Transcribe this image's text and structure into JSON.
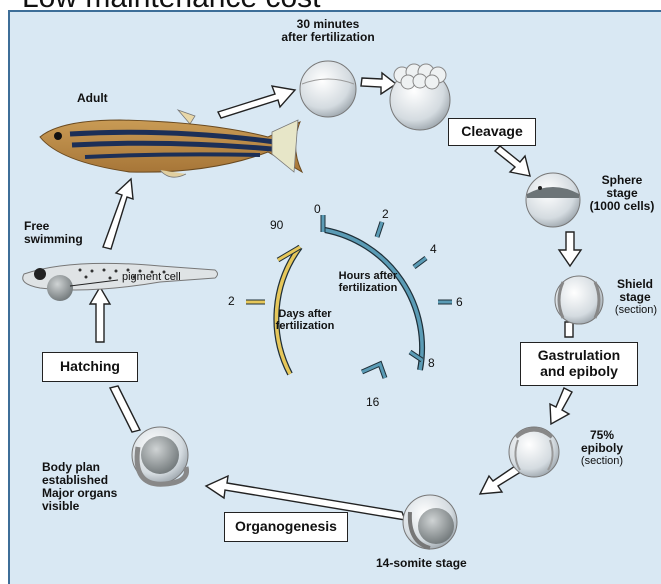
{
  "slide_title": "Low maintenance cost",
  "stages": {
    "thirty_min": "30 minutes\nafter fertilization",
    "adult": "Adult",
    "cleavage": "Cleavage",
    "sphere": "Sphere\nstage\n(1000 cells)",
    "free_swimming": "Free\nswimming",
    "pigment_cell": "pigment cell",
    "shield_title": "Shield\nstage",
    "shield_sub": "(section)",
    "gastrulation": "Gastrulation\nand epiboly",
    "hatching": "Hatching",
    "epiboly_title": "75%\nepiboly",
    "epiboly_sub": "(section)",
    "body_plan": "Body plan\nestablished\nMajor organs\nvisible",
    "organogenesis": "Organogenesis",
    "somite": "14-somite stage"
  },
  "clock": {
    "hours_label": "Hours after\nfertilization",
    "days_label": "Days after\nfertilization",
    "hour_ticks": [
      "0",
      "2",
      "4",
      "6",
      "8",
      "16"
    ],
    "day_ticks": [
      "2",
      "90"
    ],
    "hours_color": "#5a9bb5",
    "days_color": "#e6c75a"
  },
  "colors": {
    "background": "#d9e8f3",
    "border": "#3d6e98"
  }
}
